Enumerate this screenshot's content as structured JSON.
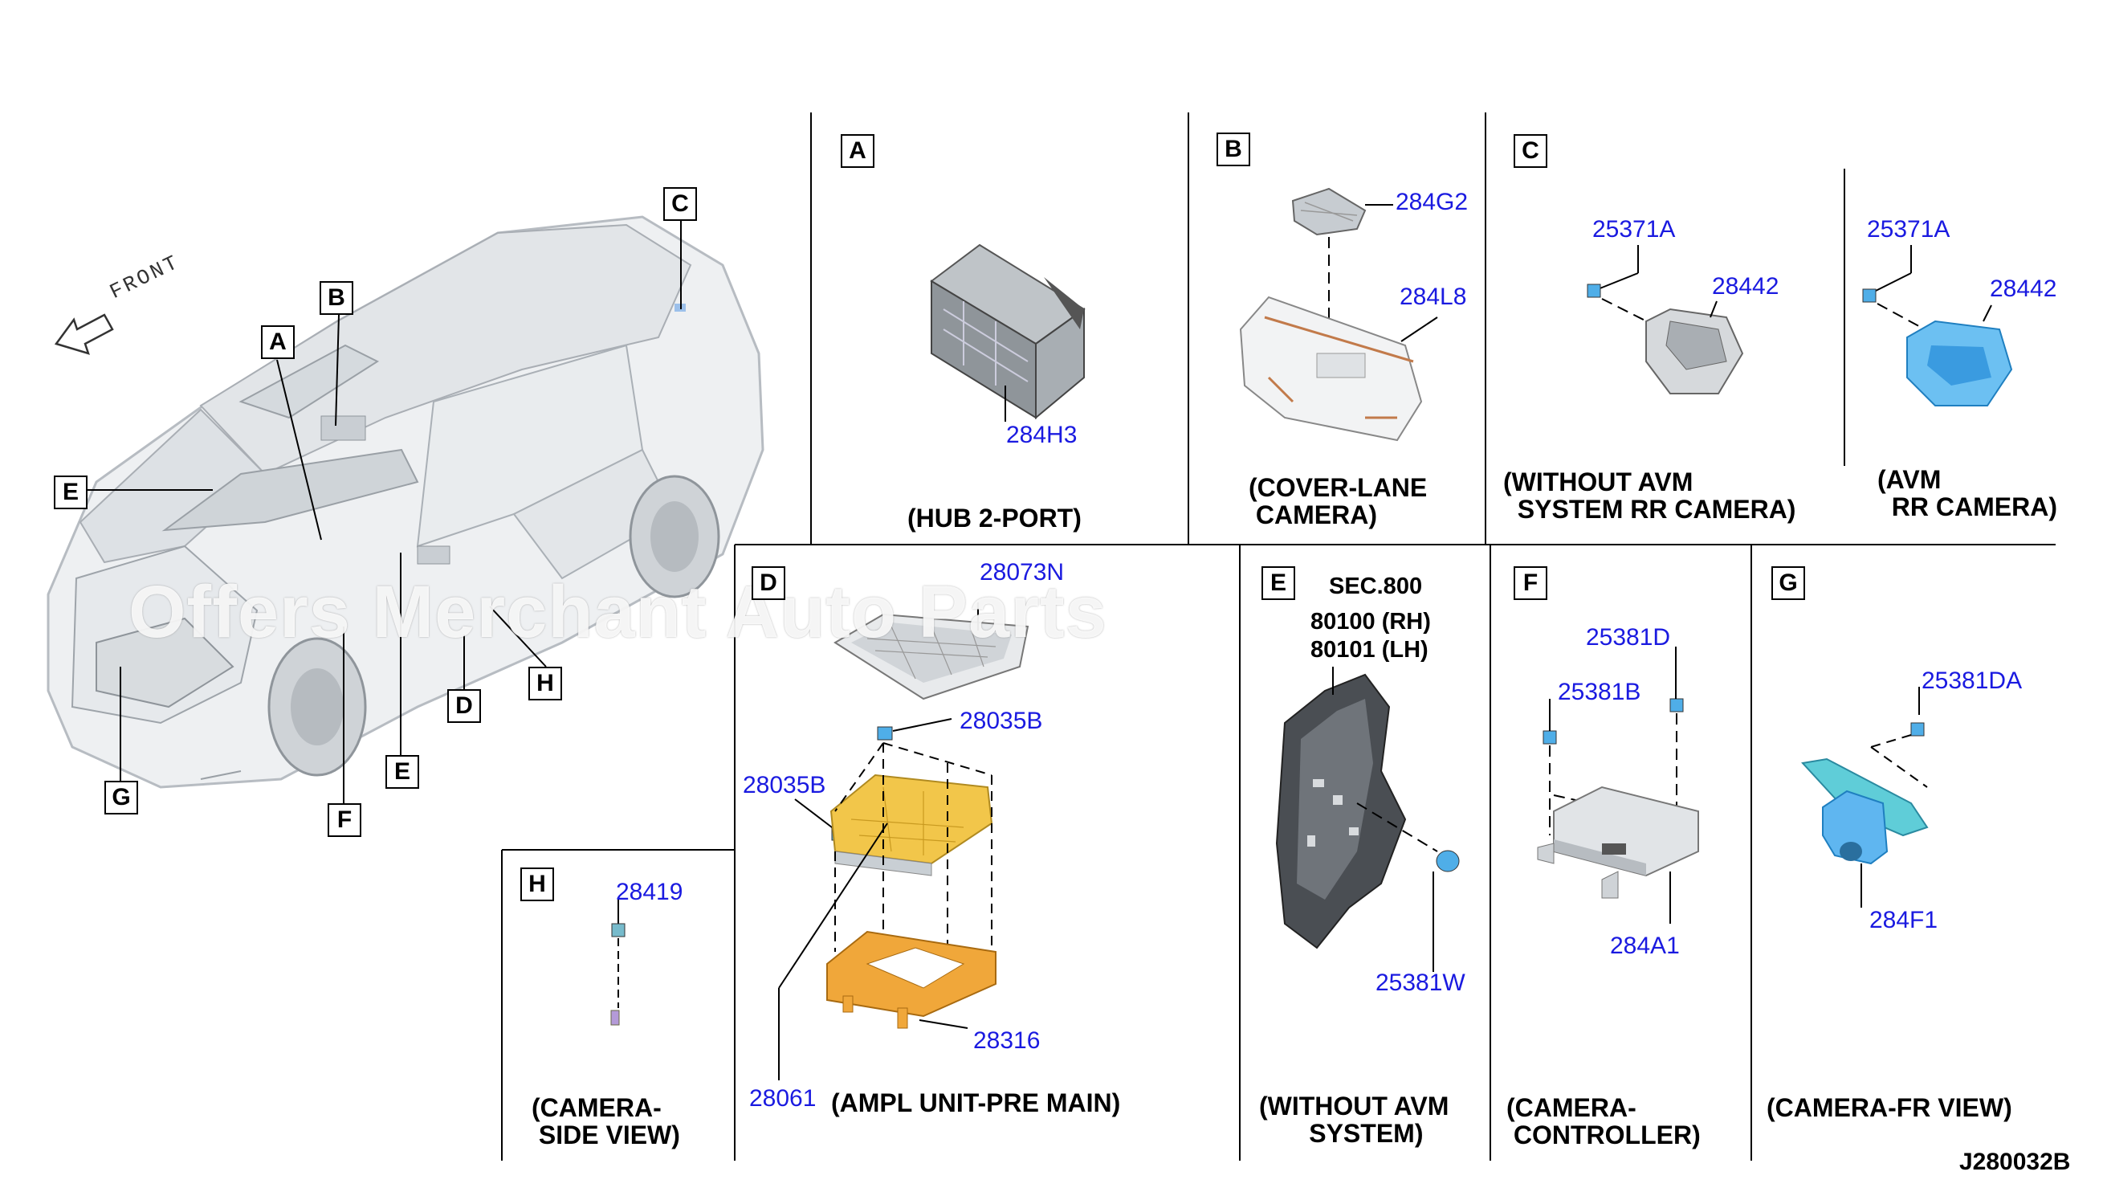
{
  "diagram": {
    "direction_label": "FRONT",
    "watermark": "Offers Merchant Auto Parts",
    "drawing_code": "J280032B",
    "vehicle_callouts": [
      "A",
      "B",
      "C",
      "D",
      "E",
      "E",
      "F",
      "G",
      "H"
    ],
    "sections": {
      "A": {
        "letter": "A",
        "caption": "(HUB 2-PORT)",
        "parts": [
          "284H3"
        ]
      },
      "B": {
        "letter": "B",
        "caption": "(COVER-LANE\n CAMERA)",
        "parts": [
          "284G2",
          "284L8"
        ]
      },
      "C1": {
        "letter": "C",
        "caption": "(WITHOUT AVM\n  SYSTEM RR CAMERA)",
        "parts": [
          "25371A",
          "28442"
        ]
      },
      "C2": {
        "caption": "(AVM\n  RR CAMERA)",
        "parts": [
          "25371A",
          "28442"
        ]
      },
      "D": {
        "letter": "D",
        "caption": "(AMPL UNIT-PRE MAIN)",
        "parts": [
          "28073N",
          "28035B",
          "28035B",
          "28316",
          "28061"
        ]
      },
      "E": {
        "letter": "E",
        "caption": "(WITHOUT AVM\n       SYSTEM)",
        "sec_label": "SEC.800",
        "sec_rh": "80100 (RH)",
        "sec_lh": "80101 (LH)",
        "parts": [
          "25381W"
        ]
      },
      "F": {
        "letter": "F",
        "caption": "(CAMERA-\n CONTROLLER)",
        "parts": [
          "25381D",
          "25381B",
          "284A1"
        ]
      },
      "G": {
        "letter": "G",
        "caption": "(CAMERA-FR VIEW)",
        "parts": [
          "25381DA",
          "284F1"
        ]
      },
      "H": {
        "letter": "H",
        "caption": "(CAMERA-\n SIDE VIEW)",
        "parts": [
          "28419"
        ]
      }
    }
  },
  "colors": {
    "part_number": "#1a1ae0",
    "line": "#000000",
    "amp_unit": "#f2c64a",
    "bracket": "#f0a73a",
    "avm_camera": "#5fb6f0"
  }
}
